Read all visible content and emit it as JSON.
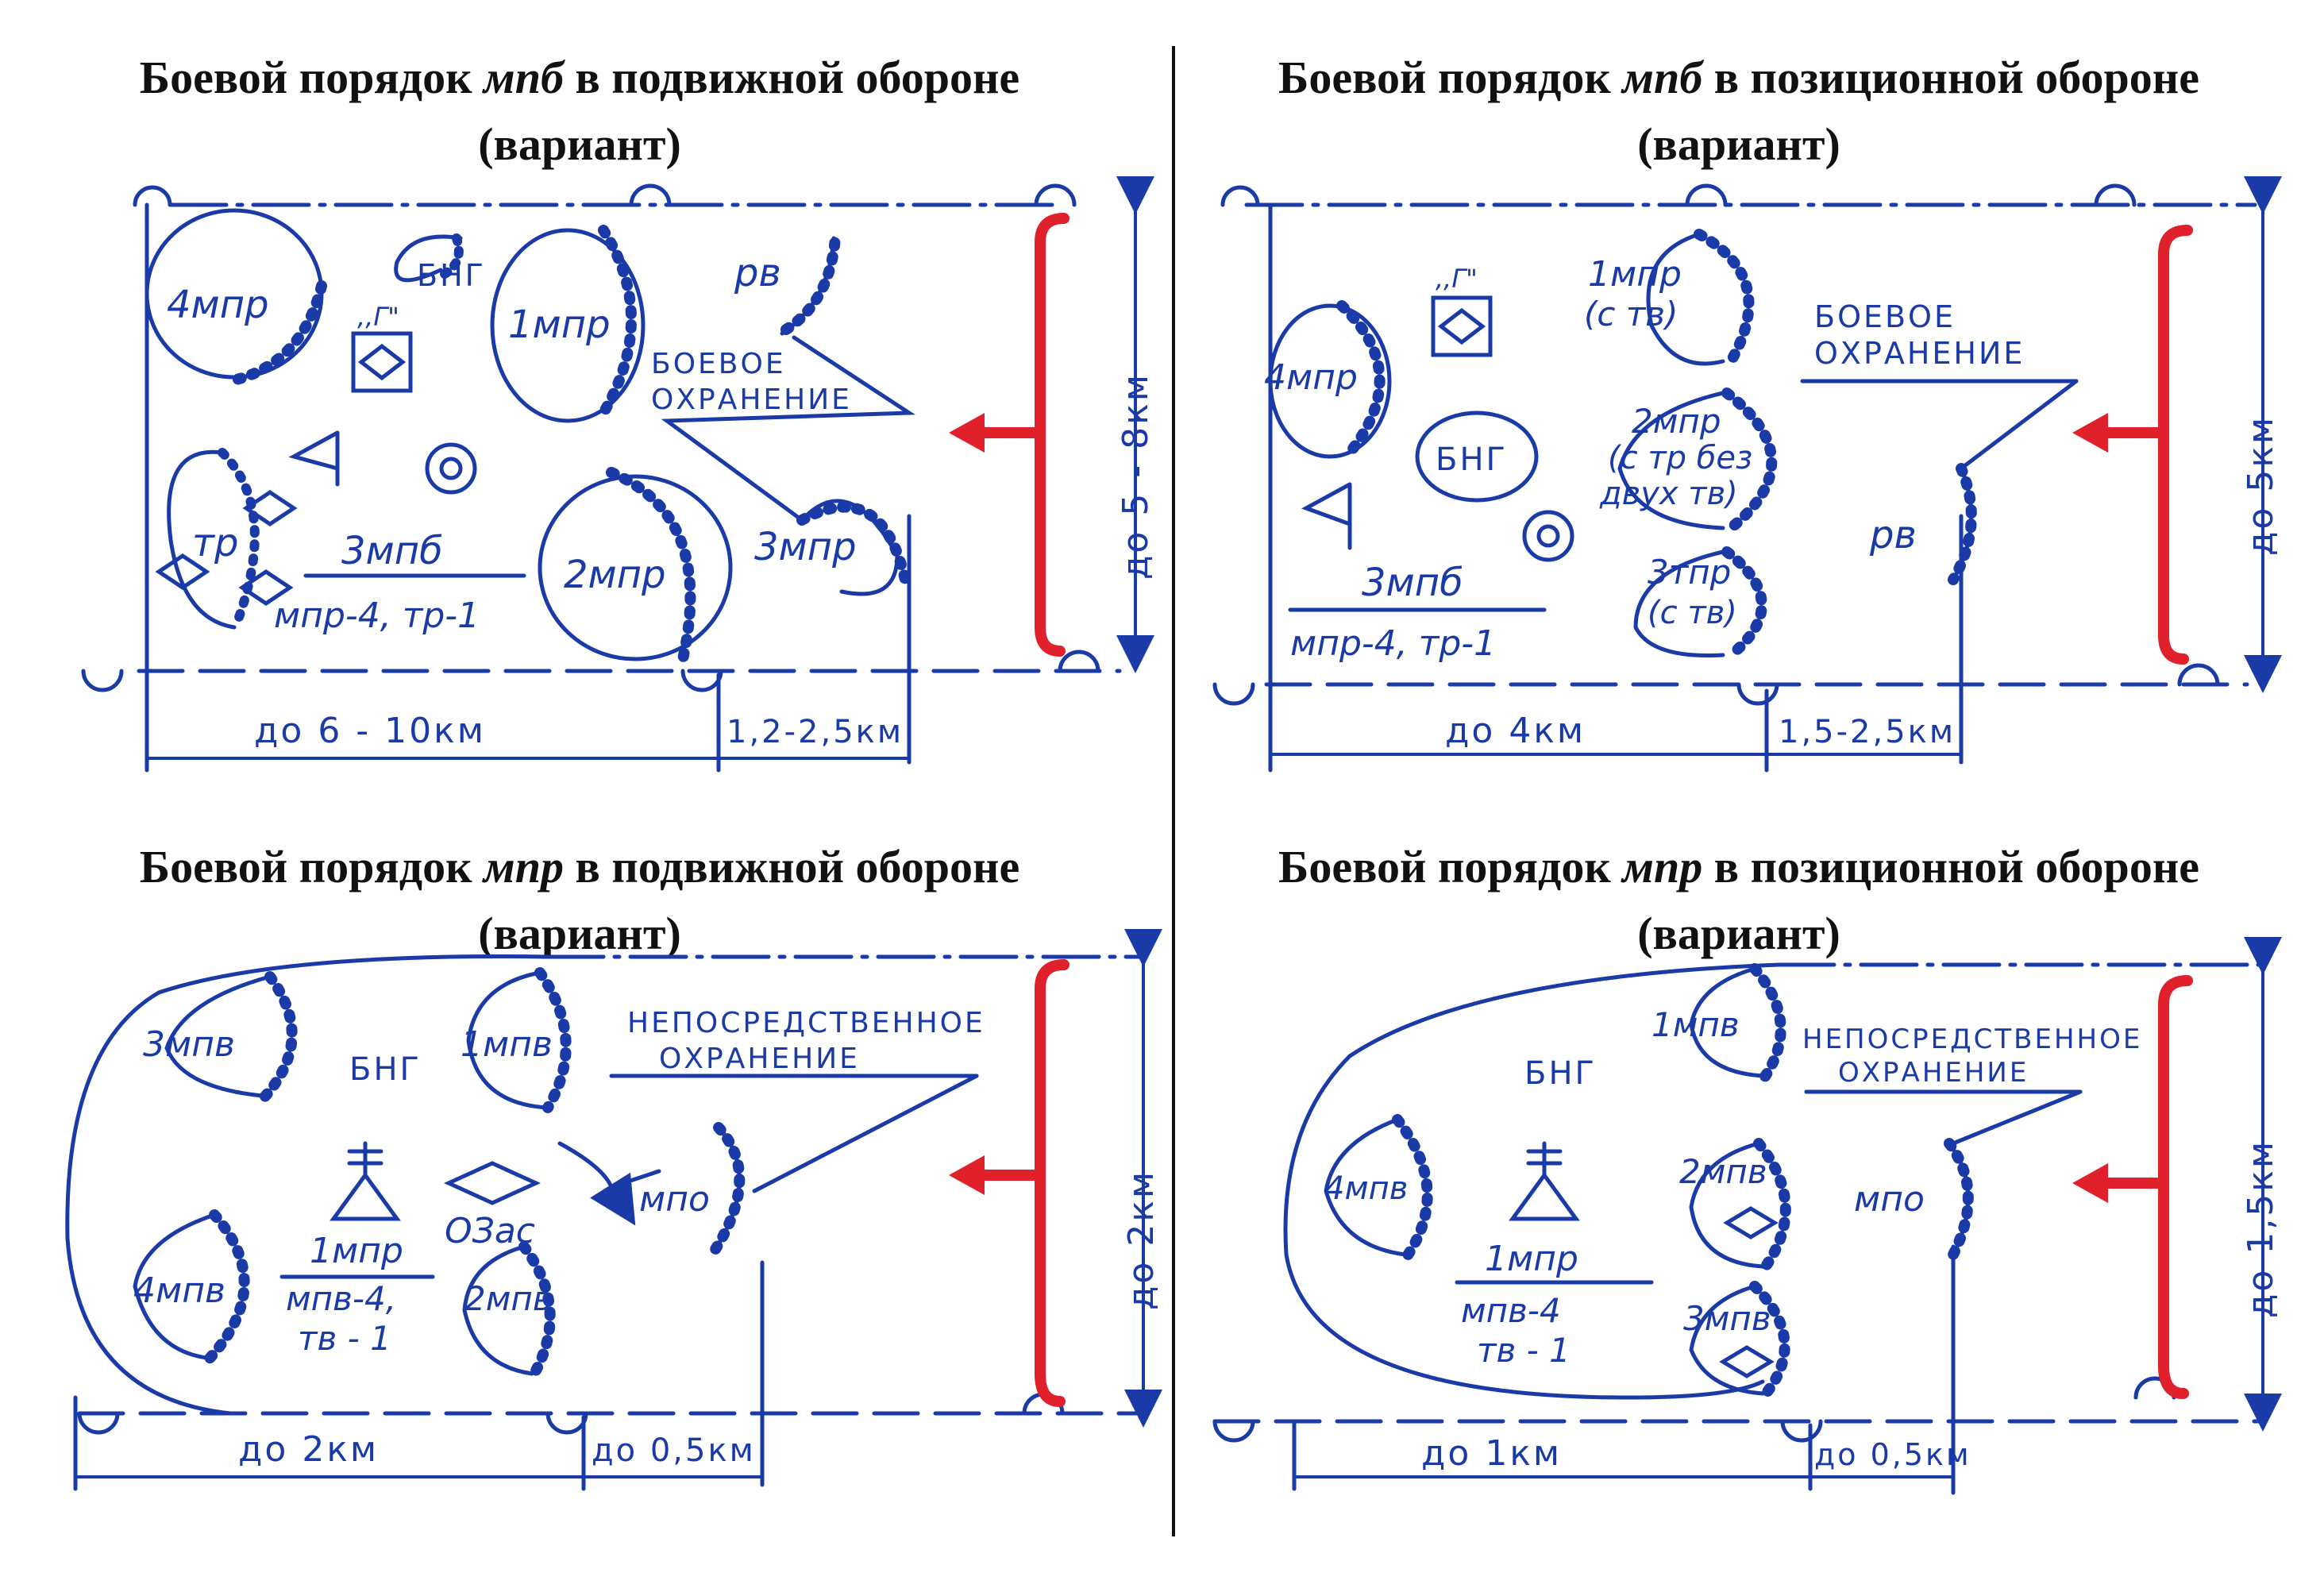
{
  "colors": {
    "ink": "#1a3aa8",
    "enemy": "#e0202a",
    "title": "#111111"
  },
  "panels": [
    {
      "title_prefix": "Боевой порядок",
      "title_unit": "мпб",
      "title_suffix": "в подвижной обороне",
      "title_variant": "(вариант)",
      "labels": {
        "c4": "4мпр",
        "bng": "БНГ",
        "g": ",,Г\"",
        "c1": "1мпр",
        "rv": "рв",
        "guard1": "БОЕВОЕ",
        "guard2": "ОХРАНЕНИЕ",
        "tr": "тр",
        "rem1": "3мпб",
        "rem2": "мпр-4, тр-1",
        "c2": "2мпр",
        "c3": "3мпр"
      },
      "dims": {
        "depth": "до 5 - 8км",
        "width": "до 6 - 10км",
        "gap": "1,2-2,5км"
      }
    },
    {
      "title_prefix": "Боевой порядок",
      "title_unit": "мпб",
      "title_suffix": "в позиционной обороне",
      "title_variant": "(вариант)",
      "labels": {
        "c4": "4мпр",
        "g": ",,Г\"",
        "c1a": "1мпр",
        "c1b": "(с тв)",
        "guard1": "БОЕВОЕ",
        "guard2": "ОХРАНЕНИЕ",
        "bng": "БНГ",
        "c2a": "2мпр",
        "c2b": "(с тр без",
        "c2c": "двух тв)",
        "rv": "рв",
        "rem1": "3мпб",
        "rem2": "мпр-4, тр-1",
        "c3a": "3тпр",
        "c3b": "(с тв)"
      },
      "dims": {
        "depth": "до 5км",
        "width": "до 4км",
        "gap": "1,5-2,5км"
      }
    },
    {
      "title_prefix": "Боевой порядок",
      "title_unit": "мпр",
      "title_suffix": "в подвижной обороне",
      "title_variant": "(вариант)",
      "labels": {
        "c3": "3мпв",
        "bng": "БНГ",
        "c1": "1мпв",
        "guard1": "НЕПОСРЕДСТВЕННОЕ",
        "guard2": "ОХРАНЕНИЕ",
        "mpo": "мпо",
        "c4": "4мпв",
        "rem1": "1мпр",
        "rem2": "мпв-4,",
        "rem3": "тв - 1",
        "ozac": "ОЗас",
        "c2": "2мпв"
      },
      "dims": {
        "depth": "до 2км",
        "width": "до 2км",
        "gap": "до 0,5км"
      }
    },
    {
      "title_prefix": "Боевой порядок",
      "title_unit": "мпр",
      "title_suffix": "в позиционной обороне",
      "title_variant": "(вариант)",
      "labels": {
        "c1": "1мпв",
        "guard1": "НЕПОСРЕДСТВЕННОЕ",
        "guard2": "ОХРАНЕНИЕ",
        "bng": "БНГ",
        "c4": "4мпв",
        "c2": "2мпв",
        "mpo": "мпо",
        "rem1": "1мпр",
        "rem2": "мпв-4",
        "rem3": "тв - 1",
        "c3": "3мпв"
      },
      "dims": {
        "depth": "до 1,5км",
        "width": "до 1км",
        "gap": "до 0,5км"
      }
    }
  ]
}
